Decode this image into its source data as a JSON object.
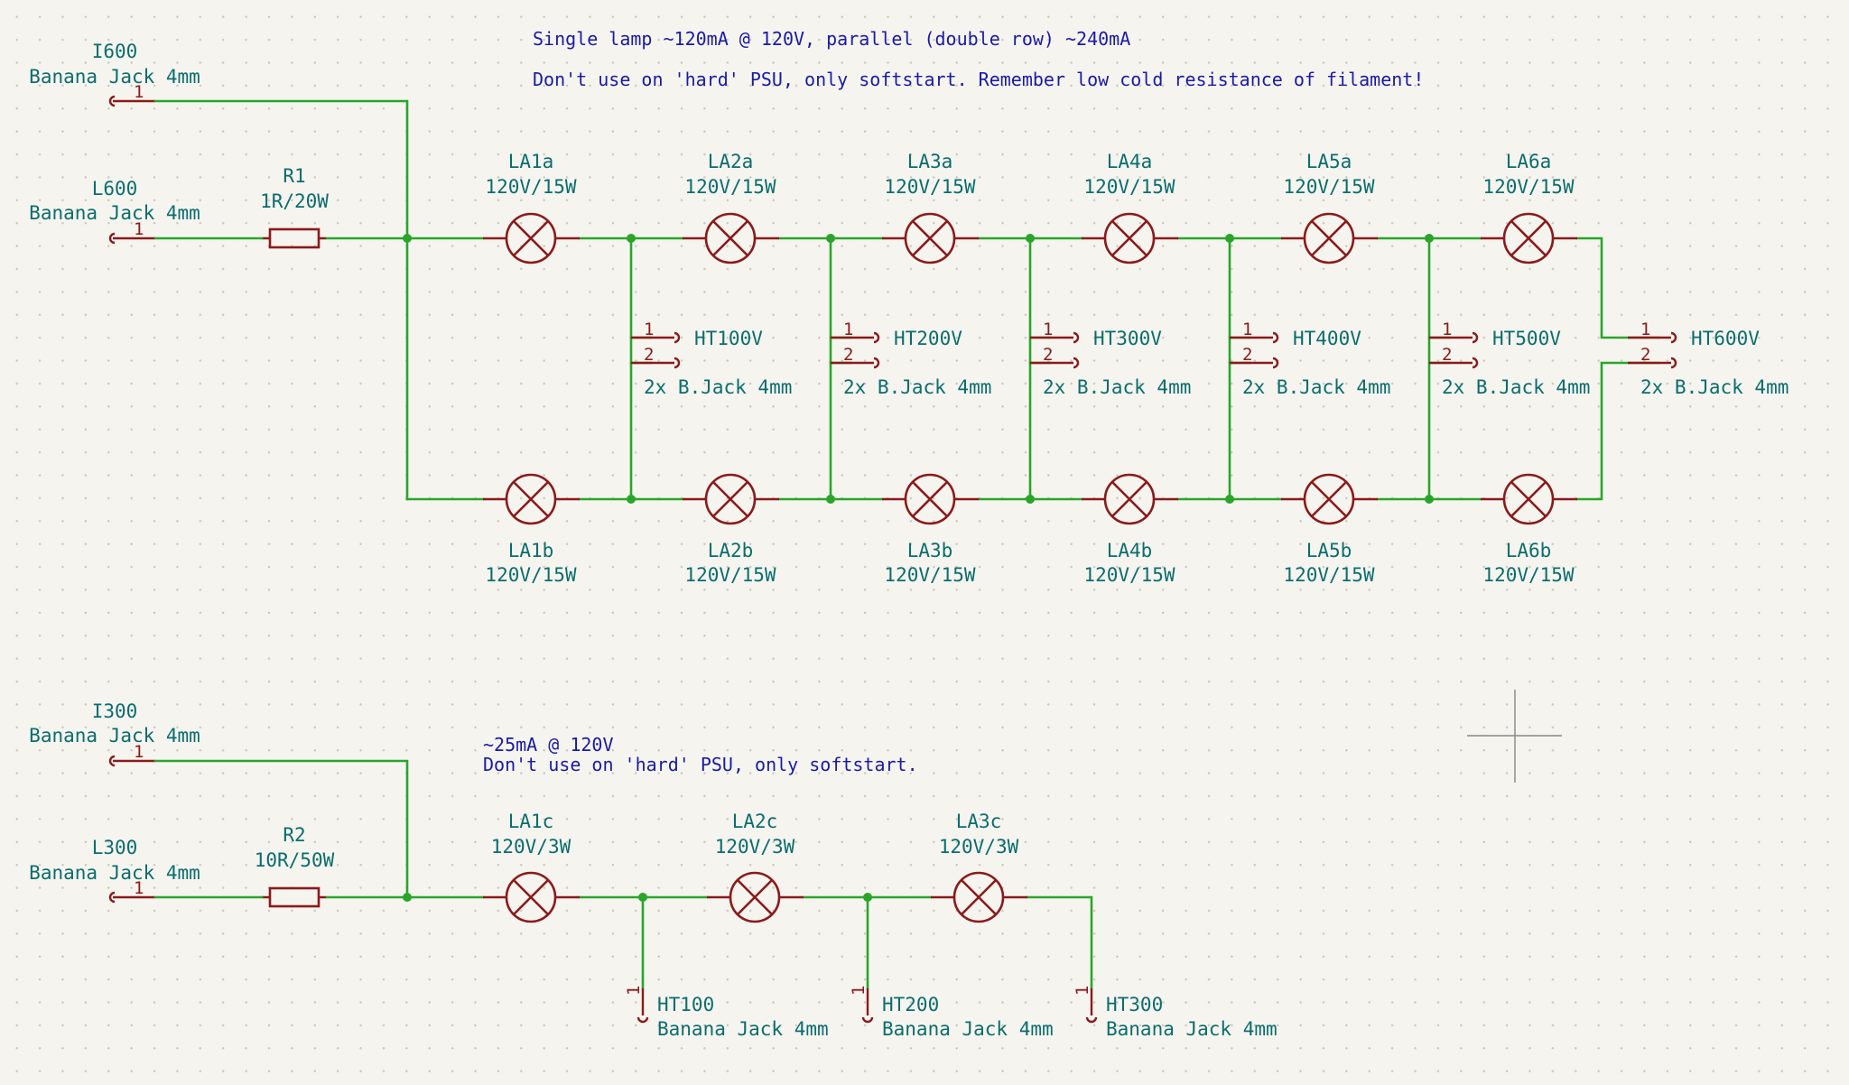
{
  "notes": {
    "top_line1": "Single lamp ~120mA @ 120V, parallel (double row) ~240mA",
    "top_line2": "Don't use on 'hard' PSU, only softstart. Remember low cold resistance of filament!",
    "bottom_line1": "~25mA @ 120V",
    "bottom_line2": "Don't use on 'hard' PSU, only softstart."
  },
  "jacks_left": [
    {
      "ref": "I600",
      "value": "Banana Jack 4mm",
      "pin": "1"
    },
    {
      "ref": "L600",
      "value": "Banana Jack 4mm",
      "pin": "1"
    },
    {
      "ref": "I300",
      "value": "Banana Jack 4mm",
      "pin": "1"
    },
    {
      "ref": "L300",
      "value": "Banana Jack 4mm",
      "pin": "1"
    }
  ],
  "resistors": [
    {
      "ref": "R1",
      "value": "1R/20W"
    },
    {
      "ref": "R2",
      "value": "10R/50W"
    }
  ],
  "lamps_top": [
    {
      "ref": "LA1a",
      "value": "120V/15W"
    },
    {
      "ref": "LA2a",
      "value": "120V/15W"
    },
    {
      "ref": "LA3a",
      "value": "120V/15W"
    },
    {
      "ref": "LA4a",
      "value": "120V/15W"
    },
    {
      "ref": "LA5a",
      "value": "120V/15W"
    },
    {
      "ref": "LA6a",
      "value": "120V/15W"
    }
  ],
  "lamps_bottom": [
    {
      "ref": "LA1b",
      "value": "120V/15W"
    },
    {
      "ref": "LA2b",
      "value": "120V/15W"
    },
    {
      "ref": "LA3b",
      "value": "120V/15W"
    },
    {
      "ref": "LA4b",
      "value": "120V/15W"
    },
    {
      "ref": "LA5b",
      "value": "120V/15W"
    },
    {
      "ref": "LA6b",
      "value": "120V/15W"
    }
  ],
  "dual_jacks": [
    {
      "ref": "HT100V",
      "value": "2x B.Jack 4mm",
      "pin1": "1",
      "pin2": "2"
    },
    {
      "ref": "HT200V",
      "value": "2x B.Jack 4mm",
      "pin1": "1",
      "pin2": "2"
    },
    {
      "ref": "HT300V",
      "value": "2x B.Jack 4mm",
      "pin1": "1",
      "pin2": "2"
    },
    {
      "ref": "HT400V",
      "value": "2x B.Jack 4mm",
      "pin1": "1",
      "pin2": "2"
    },
    {
      "ref": "HT500V",
      "value": "2x B.Jack 4mm",
      "pin1": "1",
      "pin2": "2"
    },
    {
      "ref": "HT600V",
      "value": "2x B.Jack 4mm",
      "pin1": "1",
      "pin2": "2"
    }
  ],
  "lamps_c": [
    {
      "ref": "LA1c",
      "value": "120V/3W"
    },
    {
      "ref": "LA2c",
      "value": "120V/3W"
    },
    {
      "ref": "LA3c",
      "value": "120V/3W"
    }
  ],
  "jacks_c": [
    {
      "ref": "HT100",
      "value": "Banana Jack 4mm",
      "pin": "1"
    },
    {
      "ref": "HT200",
      "value": "Banana Jack 4mm",
      "pin": "1"
    },
    {
      "ref": "HT300",
      "value": "Banana Jack 4mm",
      "pin": "1"
    }
  ]
}
